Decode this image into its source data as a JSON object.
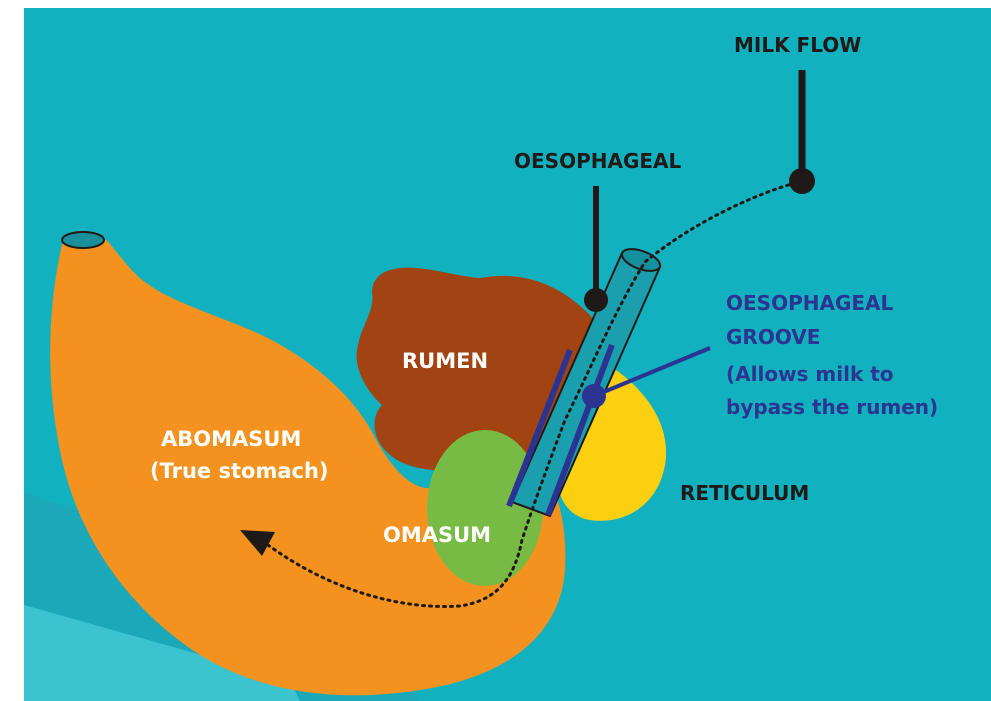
{
  "labels": {
    "milk_flow": "MILK FLOW",
    "oesophageal": "OESOPHAGEAL",
    "groove_line1": "OESOPHAGEAL",
    "groove_line2": "GROOVE",
    "groove_line3": "(Allows milk to",
    "groove_line4": "bypass the rumen)",
    "rumen": "RUMEN",
    "abomasum_line1": "ABOMASUM",
    "abomasum_line2": "(True stomach)",
    "omasum": "OMASUM",
    "reticulum": "RETICULUM"
  },
  "colors": {
    "background": "#12b1bf",
    "abomasum": "#f3921f",
    "rumen": "#a24412",
    "omasum": "#78bb44",
    "reticulum": "#fccf10",
    "oesophagus": "#1a9fae",
    "groove": "#2b3490",
    "pointer": "#1f1a17"
  }
}
